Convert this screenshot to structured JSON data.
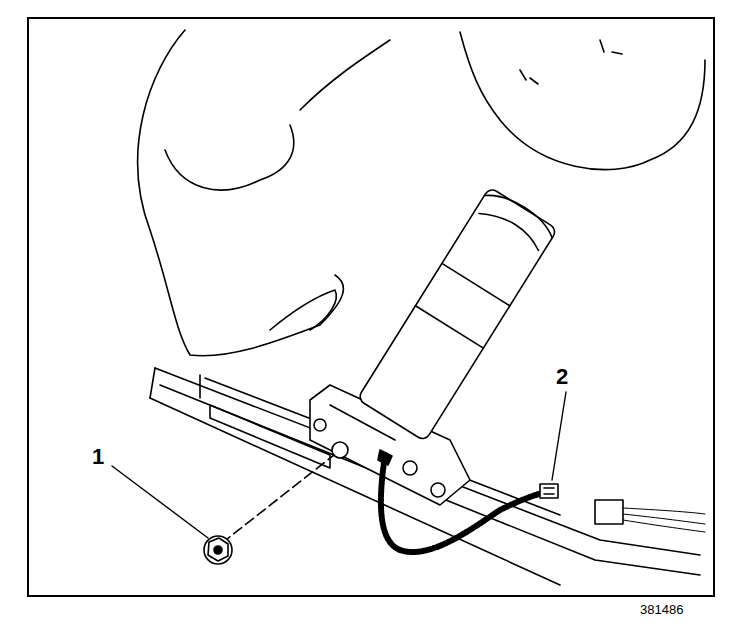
{
  "diagram": {
    "labels": [
      "1",
      "2",
      "381486"
    ]
  }
}
